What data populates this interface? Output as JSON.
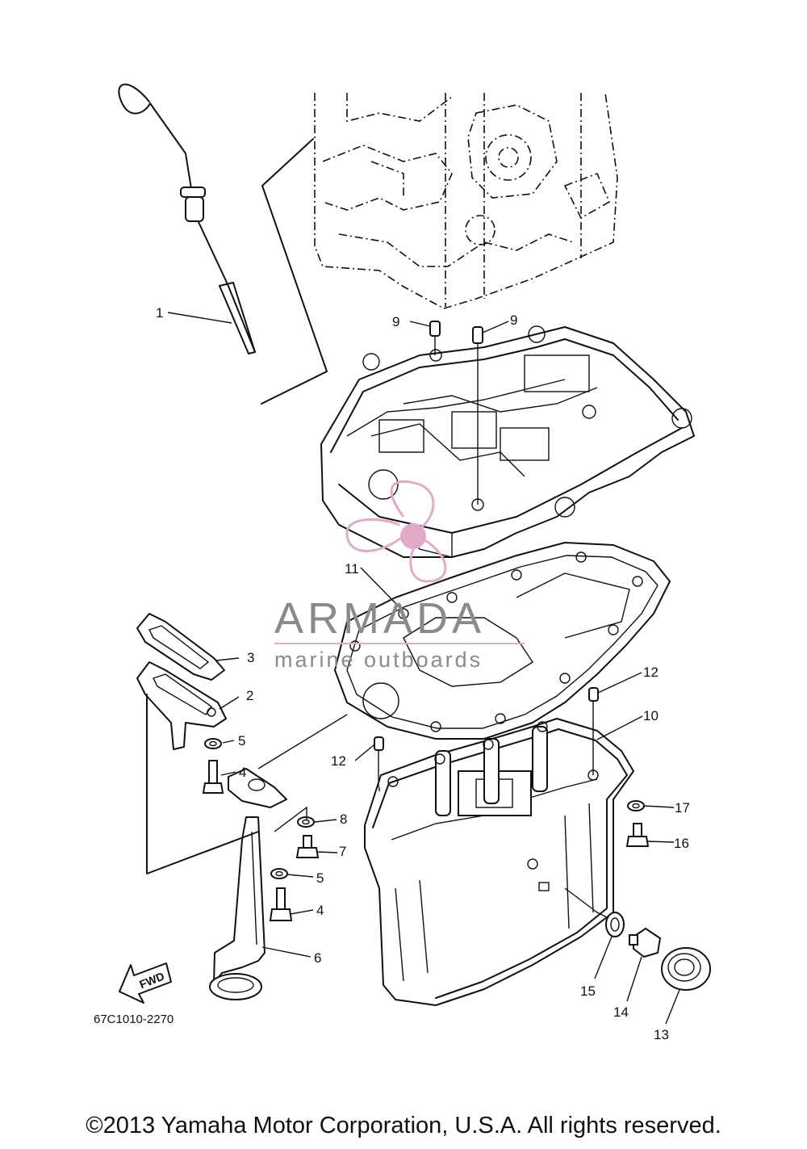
{
  "diagram": {
    "callouts": [
      {
        "id": "1",
        "label": "1"
      },
      {
        "id": "2",
        "label": "2"
      },
      {
        "id": "3",
        "label": "3"
      },
      {
        "id": "4a",
        "label": "4"
      },
      {
        "id": "4b",
        "label": "4"
      },
      {
        "id": "5a",
        "label": "5"
      },
      {
        "id": "5b",
        "label": "5"
      },
      {
        "id": "6",
        "label": "6"
      },
      {
        "id": "7",
        "label": "7"
      },
      {
        "id": "8",
        "label": "8"
      },
      {
        "id": "9a",
        "label": "9"
      },
      {
        "id": "9b",
        "label": "9"
      },
      {
        "id": "10",
        "label": "10"
      },
      {
        "id": "11",
        "label": "11"
      },
      {
        "id": "12a",
        "label": "12"
      },
      {
        "id": "12b",
        "label": "12"
      },
      {
        "id": "13",
        "label": "13"
      },
      {
        "id": "14",
        "label": "14"
      },
      {
        "id": "15",
        "label": "15"
      },
      {
        "id": "16",
        "label": "16"
      },
      {
        "id": "17",
        "label": "17"
      }
    ],
    "fwd_label": "FWD",
    "part_number": "67C1010-2270"
  },
  "watermark": {
    "title": "ARMADA",
    "subtitle": "marine outboards",
    "accent_color": "#e3a9c9"
  },
  "footer": {
    "copyright": "©2013 Yamaha Motor Corporation, U.S.A. All rights reserved."
  }
}
